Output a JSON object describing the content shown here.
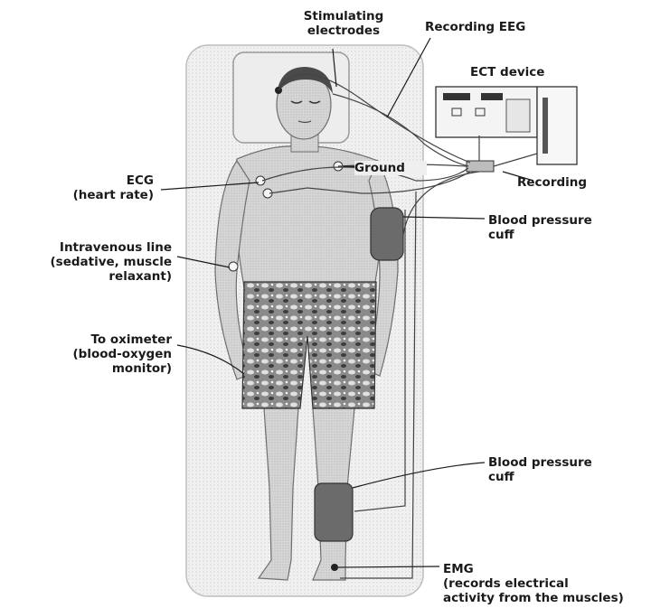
{
  "labels": {
    "stimulating_electrodes": "Stimulating\nelectrodes",
    "recording_eeg": "Recording EEG",
    "ect_device": "ECT device",
    "ground": "Ground",
    "recording": "Recording",
    "ecg": "ECG\n(heart rate)",
    "iv_line": "Intravenous line\n(sedative, muscle\nrelaxant)",
    "oximeter": "To oximeter\n(blood-oxygen\nmonitor)",
    "bp_cuff_arm": "Blood pressure\ncuff",
    "bp_cuff_leg": "Blood pressure\ncuff",
    "emg": "EMG\n(records electrical\nactivity from the muscles)"
  },
  "colors": {
    "line": "#1a1a1a",
    "skin": "#d9d9d9",
    "skin_shade": "#a8a8a8",
    "mat": "#efefef",
    "shorts": "#7a7a7a",
    "cuff": "#6b6b6b"
  }
}
